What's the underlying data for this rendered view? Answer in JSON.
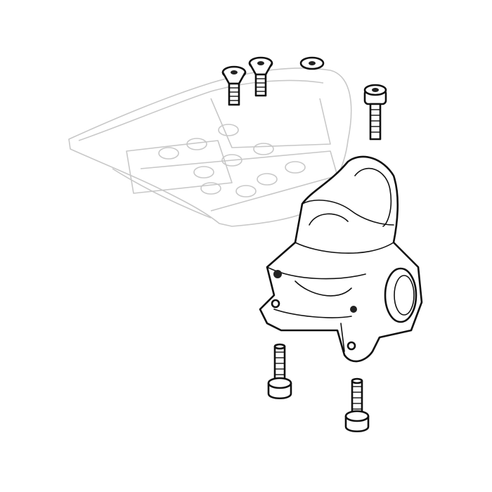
{
  "diagram": {
    "type": "exploded-view line drawing",
    "colors": {
      "outline": "#111111",
      "ghost_part": "#c8c8c8",
      "background": "#ffffff"
    },
    "parts": [
      {
        "name": "armrest-pad",
        "style": "ghosted"
      },
      {
        "name": "clamp-body",
        "style": "solid"
      },
      {
        "name": "top-screw",
        "count": 4
      },
      {
        "name": "bottom-screw",
        "count": 2
      }
    ]
  }
}
